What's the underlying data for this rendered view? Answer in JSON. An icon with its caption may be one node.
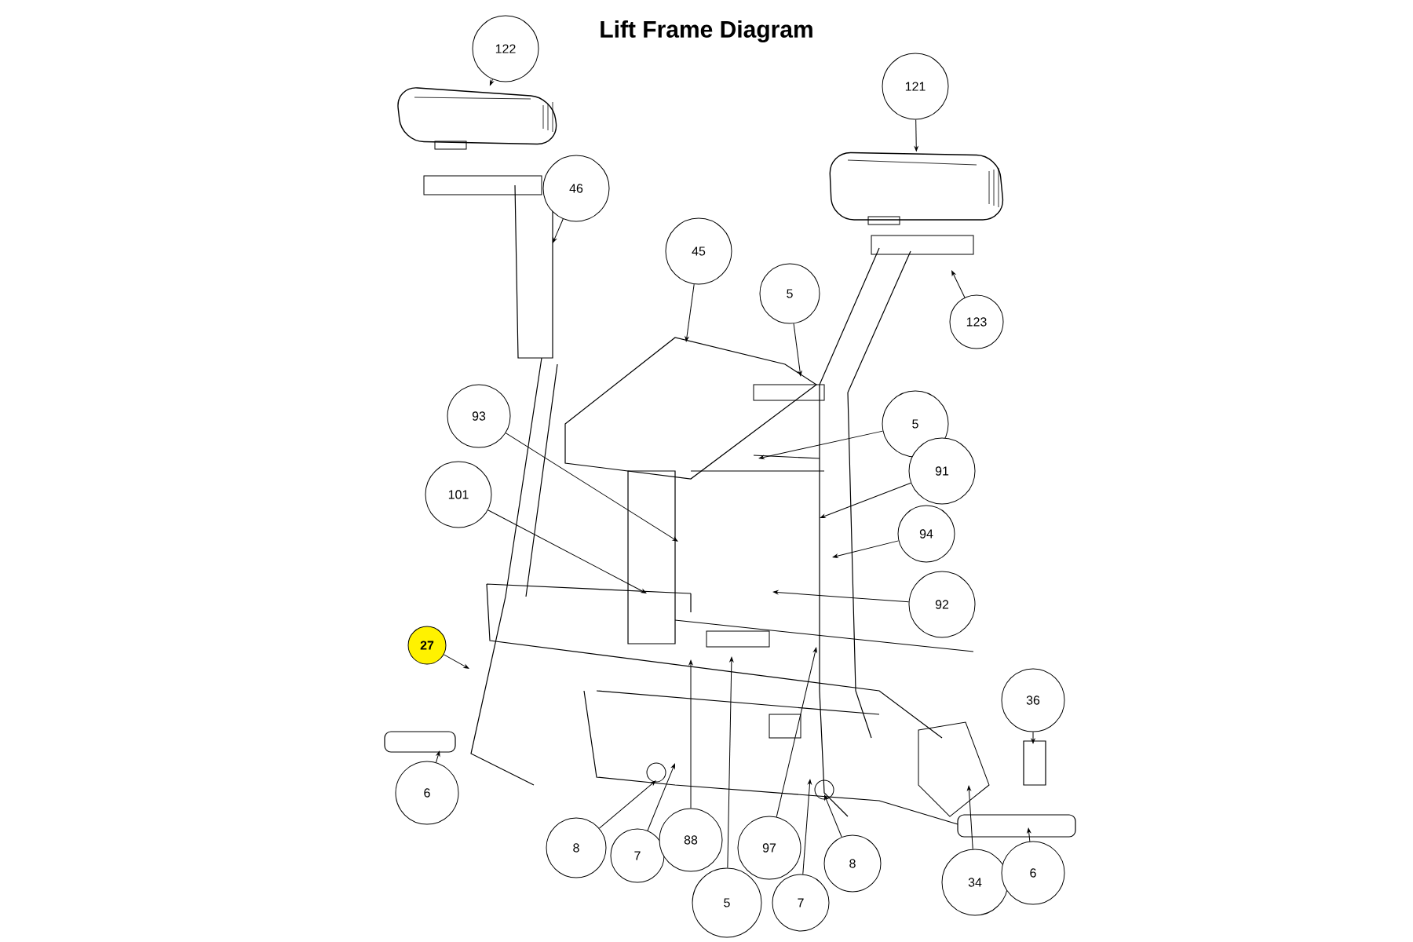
{
  "diagram": {
    "title": "Lift Frame Diagram",
    "nodes": [
      {
        "text": [
          "122"
        ]
      },
      {
        "text": [
          "121"
        ]
      },
      {
        "text": [
          "46"
        ]
      },
      {
        "text": [
          "45"
        ]
      },
      {
        "text": [
          "5"
        ]
      },
      {
        "text": [
          "123"
        ]
      },
      {
        "text": [
          "93"
        ]
      },
      {
        "text": [
          "5"
        ]
      },
      {
        "text": [
          "91"
        ]
      },
      {
        "text": [
          "101"
        ]
      },
      {
        "text": [
          "94"
        ]
      },
      {
        "text": [
          "92"
        ]
      },
      {
        "text": [
          "27"
        ]
      },
      {
        "text": [
          "36"
        ]
      },
      {
        "text": [
          "6"
        ]
      },
      {
        "text": [
          "8"
        ]
      },
      {
        "text": [
          "7"
        ]
      },
      {
        "text": [
          "88"
        ]
      },
      {
        "text": [
          "97"
        ]
      },
      {
        "text": [
          "8"
        ]
      },
      {
        "text": [
          "5"
        ]
      },
      {
        "text": [
          "34"
        ]
      },
      {
        "text": [
          "7"
        ]
      },
      {
        "text": [
          "6"
        ]
      },
      {
        "text": [],
        "shape": "picture"
      },
      {
        "text": [],
        "shape": "picture"
      }
    ],
    "edges": [
      {
        "from": 0,
        "to": 24,
        "arrow": "to"
      },
      {
        "from": 1,
        "to": 25,
        "arrow": "to"
      },
      {
        "from": 2,
        "to": null,
        "arrow": "to"
      },
      {
        "from": 3,
        "to": null,
        "arrow": "to"
      },
      {
        "from": 4,
        "to": null,
        "arrow": "to"
      },
      {
        "from": 5,
        "to": null,
        "arrow": "to"
      },
      {
        "from": 6,
        "to": null,
        "arrow": "to"
      },
      {
        "from": 7,
        "to": null,
        "arrow": "to"
      },
      {
        "from": 8,
        "to": null,
        "arrow": "to"
      },
      {
        "from": 9,
        "to": null,
        "arrow": "to"
      },
      {
        "from": 10,
        "to": null,
        "arrow": "to"
      },
      {
        "from": 11,
        "to": null,
        "arrow": "to"
      },
      {
        "from": 12,
        "to": null,
        "arrow": "to"
      },
      {
        "from": 13,
        "to": null,
        "arrow": "to"
      },
      {
        "from": 14,
        "to": null,
        "arrow": "to"
      },
      {
        "from": 15,
        "to": null,
        "arrow": "to"
      },
      {
        "from": 16,
        "to": null,
        "arrow": "to"
      },
      {
        "from": 17,
        "to": null,
        "arrow": "to"
      },
      {
        "from": 18,
        "to": null,
        "arrow": "to"
      },
      {
        "from": 19,
        "to": null,
        "arrow": "to"
      },
      {
        "from": 20,
        "to": null,
        "arrow": "to"
      },
      {
        "from": 21,
        "to": null,
        "arrow": "to"
      },
      {
        "from": 22,
        "to": null,
        "arrow": "to"
      },
      {
        "from": 23,
        "to": null,
        "arrow": "to"
      }
    ]
  }
}
